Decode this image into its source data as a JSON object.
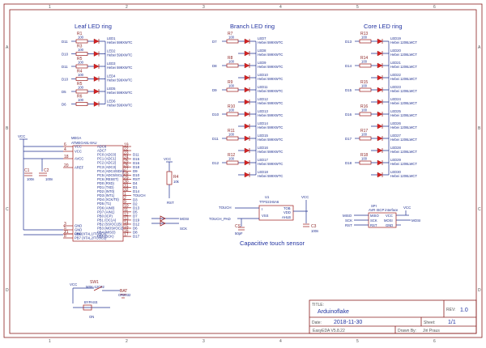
{
  "sections": {
    "leaf": "Leaf LED ring",
    "branch": "Branch LED ring",
    "core": "Core LED ring",
    "touch": "Capacitive touch sensor"
  },
  "leaf_rows": [
    {
      "net": "D11",
      "r": "R1",
      "rv": "100",
      "led": "LED1",
      "part": "Hebei 599XWTC"
    },
    {
      "net": "D10",
      "r": "R3",
      "rv": "100",
      "led": "LED2",
      "part": "Hebei 599XWTC"
    },
    {
      "net": "D11",
      "r": "R5",
      "rv": "100",
      "led": "LED3",
      "part": "Hebei 599XWTC"
    },
    {
      "net": "D10",
      "r": "R4",
      "rv": "100",
      "led": "LED4",
      "part": "Hebei 599XWTC"
    },
    {
      "net": "D5",
      "r": "R5",
      "rv": "100",
      "led": "LED5",
      "part": "Hebei 599XWTC"
    },
    {
      "net": "D6",
      "r": "R6",
      "rv": "100",
      "led": "LED6",
      "part": "Hebei 599XWTC"
    }
  ],
  "branch_rows": [
    {
      "net": "D7",
      "r": "R7",
      "rv": "100",
      "led": "LED7",
      "part": "Hebei 599XWTC"
    },
    {
      "net": "",
      "r": "",
      "rv": "",
      "led": "LED8",
      "part": "Hebei 599XWTC"
    },
    {
      "net": "D8",
      "r": "R8",
      "rv": "100",
      "led": "LED9",
      "part": "Hebei 599XWTC"
    },
    {
      "net": "",
      "r": "",
      "rv": "",
      "led": "LED10",
      "part": "Hebei 599XWTC"
    },
    {
      "net": "D9",
      "r": "R9",
      "rv": "100",
      "led": "LED11",
      "part": "Hebei 599XWTC"
    },
    {
      "net": "",
      "r": "",
      "rv": "",
      "led": "LED12",
      "part": "Hebei 599XWTC"
    },
    {
      "net": "D10",
      "r": "R10",
      "rv": "100",
      "led": "LED13",
      "part": "Hebei 599XWTC"
    },
    {
      "net": "",
      "r": "",
      "rv": "",
      "led": "LED14",
      "part": "Hebei 599XWTC"
    },
    {
      "net": "D11",
      "r": "R11",
      "rv": "100",
      "led": "LED15",
      "part": "Hebei 599XWTC"
    },
    {
      "net": "",
      "r": "",
      "rv": "",
      "led": "LED16",
      "part": "Hebei 599XWTC"
    },
    {
      "net": "D12",
      "r": "R12",
      "rv": "100",
      "led": "LED17",
      "part": "Hebei 599XWTC"
    },
    {
      "net": "",
      "r": "",
      "rv": "",
      "led": "LED18",
      "part": "Hebei 599XWTC"
    }
  ],
  "core_rows": [
    {
      "net": "D13",
      "r": "R13",
      "rv": "100",
      "led": "LED19",
      "part": "Hebei 1206LWCT"
    },
    {
      "net": "",
      "r": "",
      "rv": "",
      "led": "LED20",
      "part": "Hebei 1206LWCT"
    },
    {
      "net": "D14",
      "r": "R14",
      "rv": "100",
      "led": "LED21",
      "part": "Hebei 1206LWCT"
    },
    {
      "net": "",
      "r": "",
      "rv": "",
      "led": "LED22",
      "part": "Hebei 1206LWCT"
    },
    {
      "net": "D15",
      "r": "R15",
      "rv": "100",
      "led": "LED23",
      "part": "Hebei 1206LWCT"
    },
    {
      "net": "",
      "r": "",
      "rv": "",
      "led": "LED24",
      "part": "Hebei 1206LWCT"
    },
    {
      "net": "D16",
      "r": "R16",
      "rv": "100",
      "led": "LED25",
      "part": "Hebei 1206LWCT"
    },
    {
      "net": "",
      "r": "",
      "rv": "",
      "led": "LED26",
      "part": "Hebei 1206LWCT"
    },
    {
      "net": "D17",
      "r": "R17",
      "rv": "100",
      "led": "LED27",
      "part": "Hebei 1206LWCT"
    },
    {
      "net": "",
      "r": "",
      "rv": "",
      "led": "LED28",
      "part": "Hebei 1206LWCT"
    },
    {
      "net": "D18",
      "r": "R18",
      "rv": "100",
      "led": "LED29",
      "part": "Hebei 1206LWCT"
    },
    {
      "net": "",
      "r": "",
      "rv": "",
      "led": "LED30",
      "part": "Hebei 1206LWCT"
    }
  ],
  "mcu": {
    "ref": "MEGA",
    "part": "ATMEGA8L-8AU",
    "left_pins": [
      {
        "n": "6",
        "name": "VCC"
      },
      {
        "n": "4",
        "name": "VCC"
      },
      {
        "n": "18",
        "name": "AVCC"
      },
      {
        "n": "20",
        "name": "AREF"
      },
      {
        "n": "3",
        "name": "GND"
      },
      {
        "n": "5",
        "name": "GND"
      },
      {
        "n": "21",
        "name": "GND"
      },
      {
        "n": "7",
        "name": "PB6 (XTAL1/TOSC1)"
      },
      {
        "n": "8",
        "name": "PB7 (XTAL2/TOSC2)"
      }
    ],
    "right_pins": [
      {
        "n": "19",
        "name": "ADC6",
        "net": ""
      },
      {
        "n": "22",
        "name": "ADC7",
        "net": ""
      },
      {
        "n": "23",
        "name": "PC0 (ADC0)",
        "net": "D11"
      },
      {
        "n": "24",
        "name": "PC1 (ADC1)",
        "net": "D15"
      },
      {
        "n": "25",
        "name": "PC2 (ADC2)",
        "net": "D16"
      },
      {
        "n": "26",
        "name": "PC3 (ADC3)",
        "net": "D18"
      },
      {
        "n": "27",
        "name": "PC4 (ADC4/SDA)",
        "net": "D9"
      },
      {
        "n": "28",
        "name": "PC5 (ADC5/SCL)",
        "net": "D10"
      },
      {
        "n": "29",
        "name": "PC6 (RESET)",
        "net": "RST"
      },
      {
        "n": "30",
        "name": "PD0 (RXD)",
        "net": "D4"
      },
      {
        "n": "31",
        "name": "PD1 (TXD)",
        "net": "D1"
      },
      {
        "n": "32",
        "name": "PD2 (INT0)",
        "net": "D14"
      },
      {
        "n": "1",
        "name": "PD3 (INT1)",
        "net": "TOUCH"
      },
      {
        "n": "2",
        "name": "PD4 (XCK/T0)",
        "net": "D3"
      },
      {
        "n": "9",
        "name": "PD5 (T1)",
        "net": "D2"
      },
      {
        "n": "10",
        "name": "PD6 (AIN0)",
        "net": "D13"
      },
      {
        "n": "11",
        "name": "PD7 (AIN1)",
        "net": "D5"
      },
      {
        "n": "12",
        "name": "PB0 (ICP)",
        "net": "D7"
      },
      {
        "n": "13",
        "name": "PB1 (OC1A)",
        "net": "D19"
      },
      {
        "n": "14",
        "name": "PB2 (SS/OC1B)",
        "net": "D12"
      },
      {
        "n": "15",
        "name": "PB3 (MOSI/OC2)",
        "net": "D6"
      },
      {
        "n": "16",
        "name": "PB4 (MISO)",
        "net": "D8"
      },
      {
        "n": "17",
        "name": "PB5 (SCK)",
        "net": "D17"
      }
    ]
  },
  "vcc": "VCC",
  "caps": [
    {
      "ref": "C1",
      "value": "100n"
    },
    {
      "ref": "C2",
      "value": "100n"
    }
  ],
  "reset_res": {
    "ref": "R4",
    "value": "10k",
    "net": "RST"
  },
  "diode_nets": [
    "MOSI",
    "SCK"
  ],
  "touch_ic": {
    "ref": "U1",
    "part": "TTP223-BA6",
    "pins_left": [
      "I",
      "VSS"
    ],
    "pins_right": [
      "TOB",
      "VDD",
      "AHLB"
    ],
    "net_touch": "TOUCH",
    "net_pad": "TOUCH_PAD",
    "cs_ref": "CS",
    "cs_value": "50pF",
    "c3_ref": "C3",
    "c3_value": "100n"
  },
  "spi": {
    "ref": "SPI",
    "part": "AVR ISCP interface",
    "left_nets": [
      "MISO",
      "SCK",
      "RST"
    ],
    "pins_left": [
      "MISO",
      "SCK",
      "RST"
    ],
    "pins_right": [
      "VCC",
      "MOSI",
      "GND"
    ],
    "right_nets": [
      "VCC",
      "MOSI"
    ]
  },
  "switch": {
    "ref": "SW1",
    "part": "MSK-12C02",
    "bat_ref": "BAT",
    "bat_part": "CR2032",
    "bypass": "BYPASS",
    "state": "ON"
  },
  "title_block": {
    "title_label": "TITLE:",
    "title": "Arduinoflake",
    "rev_label": "REV:",
    "rev": "1.0",
    "date_label": "Date:",
    "date": "2018-11-30",
    "sheet_label": "Sheet:",
    "sheet": "1/1",
    "tool": "EasyEDA V5.8.22",
    "drawn_label": "Drawn By:",
    "drawn": "Jiri Praus"
  },
  "grid_cols": [
    "1",
    "2",
    "3",
    "4",
    "5",
    "6"
  ],
  "grid_rows": [
    "A",
    "B",
    "C",
    "D"
  ]
}
